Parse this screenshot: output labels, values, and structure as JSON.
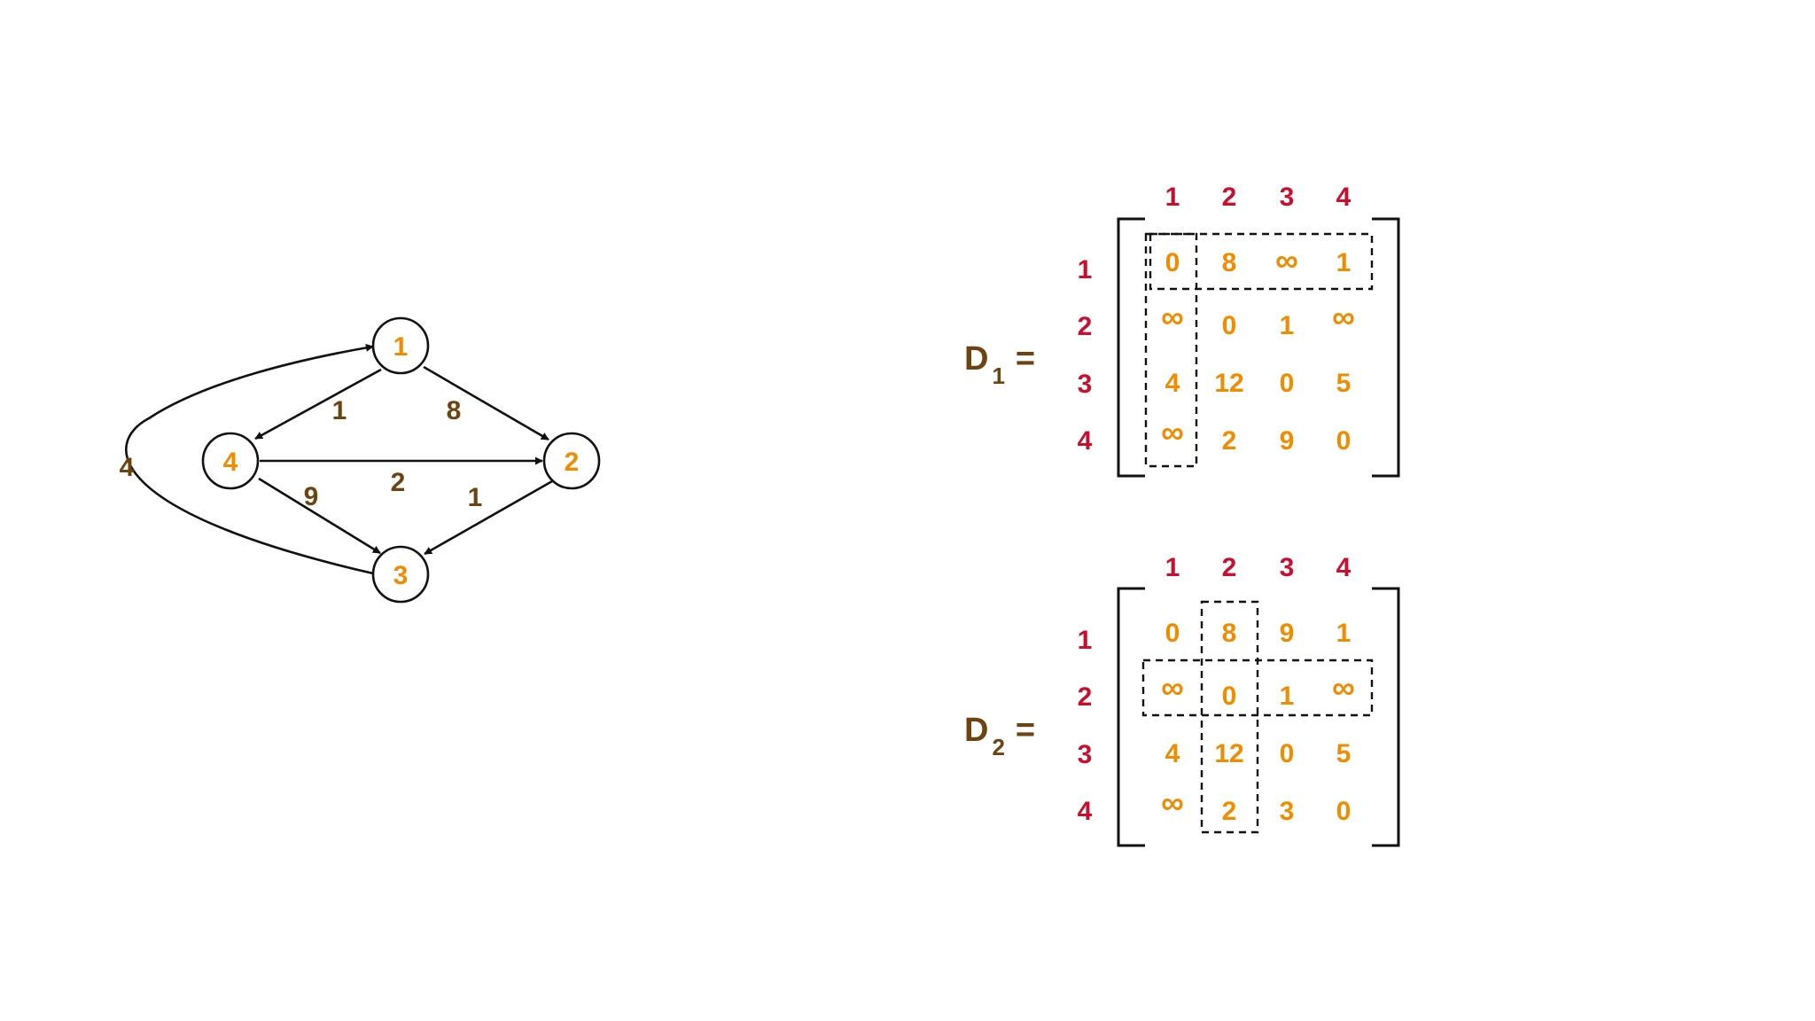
{
  "colors": {
    "background": "#ffffff",
    "node_label": "#f08c00",
    "edge_weight": "#6b4412",
    "header": "#c8102e",
    "cell": "#f08c00",
    "equation": "#6b4412",
    "stroke": "#111111"
  },
  "graph": {
    "nodes": [
      "1",
      "2",
      "3",
      "4"
    ],
    "edges": [
      {
        "from": "1",
        "to": "2",
        "weight": "8"
      },
      {
        "from": "1",
        "to": "4",
        "weight": "1"
      },
      {
        "from": "4",
        "to": "2",
        "weight": "2"
      },
      {
        "from": "4",
        "to": "3",
        "weight": "9"
      },
      {
        "from": "2",
        "to": "3",
        "weight": "1"
      },
      {
        "from": "3",
        "to": "1",
        "weight": "4"
      }
    ]
  },
  "matrices": [
    {
      "name": "D",
      "subscript": "1",
      "equals": "=",
      "col_headers": [
        "1",
        "2",
        "3",
        "4"
      ],
      "row_headers": [
        "1",
        "2",
        "3",
        "4"
      ],
      "cells": [
        [
          "0",
          "8",
          "∞",
          "1"
        ],
        [
          "∞",
          "0",
          "1",
          "∞"
        ],
        [
          "4",
          "12",
          "0",
          "5"
        ],
        [
          "∞",
          "2",
          "9",
          "0"
        ]
      ],
      "highlight_row": 1,
      "highlight_col": 1
    },
    {
      "name": "D",
      "subscript": "2",
      "equals": "=",
      "col_headers": [
        "1",
        "2",
        "3",
        "4"
      ],
      "row_headers": [
        "1",
        "2",
        "3",
        "4"
      ],
      "cells": [
        [
          "0",
          "8",
          "9",
          "1"
        ],
        [
          "∞",
          "0",
          "1",
          "∞"
        ],
        [
          "4",
          "12",
          "0",
          "5"
        ],
        [
          "∞",
          "2",
          "3",
          "0"
        ]
      ],
      "highlight_row": 2,
      "highlight_col": 2
    }
  ]
}
